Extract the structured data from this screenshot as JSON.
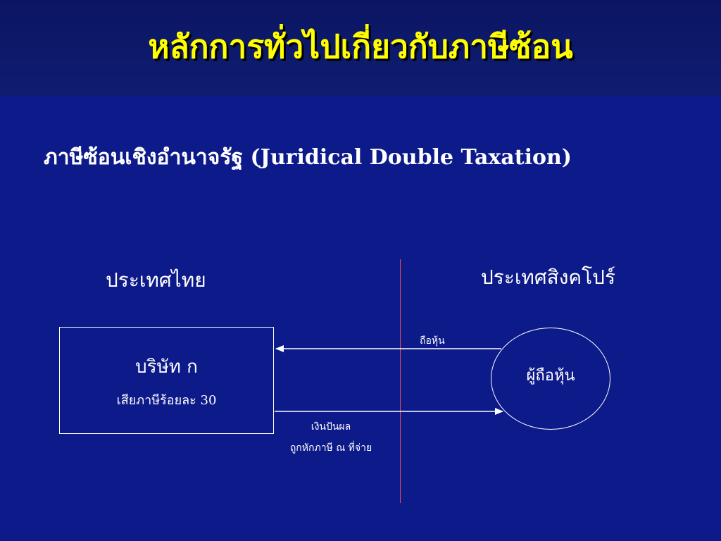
{
  "title": "หลักการทั่วไปเกี่ยวกับภาษีซ้อน",
  "subtitle": "ภาษีซ้อนเชิงอำนาจรัฐ  (Juridical Double Taxation)",
  "countries": {
    "left": "ประเทศไทย",
    "right": "ประเทศสิงคโปร์"
  },
  "company": {
    "name": "บริษัท ก",
    "tax": "เสียภาษีร้อยละ 30"
  },
  "shareholder": {
    "label": "ผู้ถือหุ้น"
  },
  "flows": {
    "holds_shares": "ถือหุ้น",
    "dividend": "เงินปันผล",
    "withheld": "ถูกหักภาษี ณ ที่จ่าย"
  },
  "colors": {
    "background": "#0d1a8a",
    "title": "#ffff00",
    "text": "#ffffff",
    "divider": "#e85050"
  }
}
